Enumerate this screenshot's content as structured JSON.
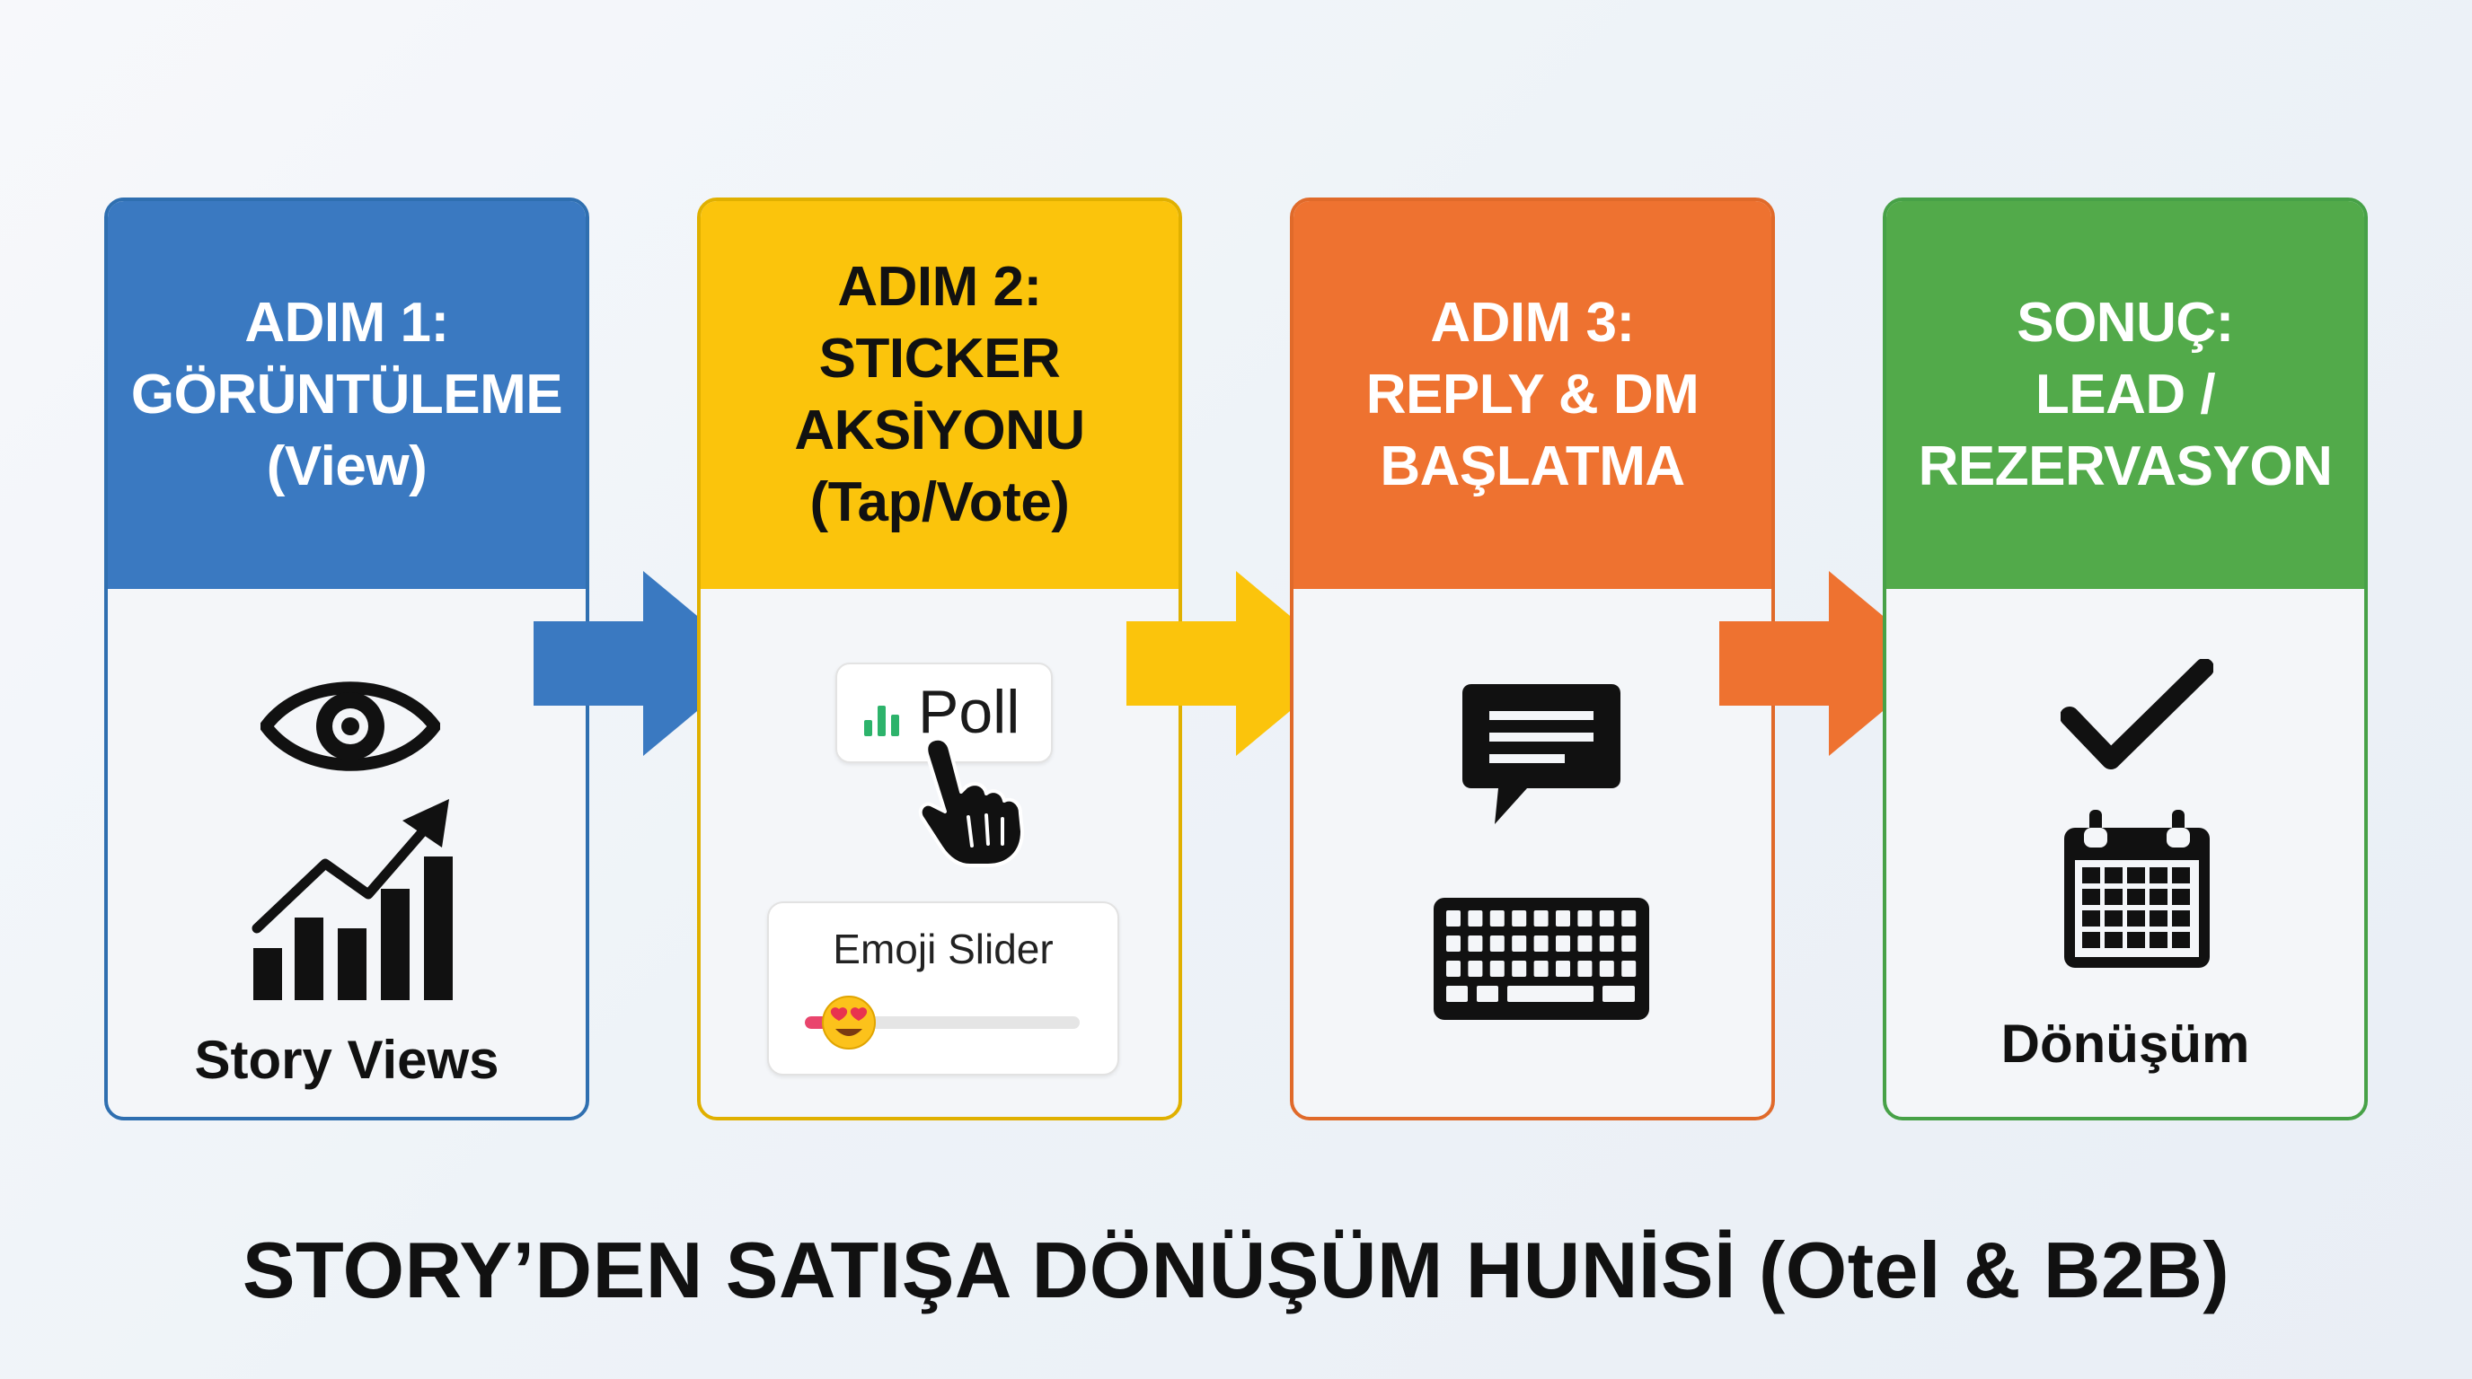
{
  "steps": [
    {
      "lines": [
        "ADIM 1:",
        "GÖRÜNTÜLEME",
        "(View)"
      ],
      "color": "#3a79c1",
      "icons": [
        "eye-icon",
        "growth-chart-icon"
      ],
      "label": "Story Views"
    },
    {
      "lines": [
        "ADIM 2:",
        "STICKER",
        "AKSİYONU",
        "(Tap/Vote)"
      ],
      "color": "#fbc40c",
      "icons": [
        "bar-chart-icon",
        "pointing-hand-icon",
        "heart-eyes-emoji-icon"
      ],
      "poll_label": "Poll",
      "slider_label": "Emoji Slider",
      "slider_level": 0.15
    },
    {
      "lines": [
        "ADIM 3:",
        "REPLY & DM",
        "BAŞLATMA"
      ],
      "color": "#ee7230",
      "icons": [
        "chat-bubble-icon",
        "keyboard-icon"
      ]
    },
    {
      "lines": [
        "SONUÇ:",
        "LEAD /",
        "REZERVASYON"
      ],
      "color": "#52aa4a",
      "icons": [
        "checkmark-icon",
        "calendar-icon"
      ],
      "label": "Dönüşüm"
    }
  ],
  "arrow_colors": [
    "#3a79c1",
    "#fbc40c",
    "#ee7230"
  ],
  "title": "STORY’DEN SATIŞA DÖNÜŞÜM HUNİSİ (Otel & B2B)"
}
